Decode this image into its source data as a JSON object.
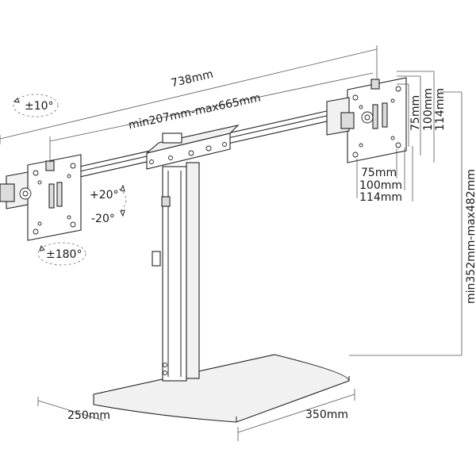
{
  "diagram": {
    "dims": {
      "total_width": "738mm",
      "arm_range": "min207mm-max665mm",
      "height_range": "min352mm-max482mm",
      "base_depth": "250mm",
      "base_width": "350mm"
    },
    "vesa": {
      "vertical": [
        "75mm",
        "100mm",
        "114mm"
      ],
      "horizontal": [
        "75mm",
        "100mm",
        "114mm"
      ]
    },
    "angles": {
      "swivel": "±10°",
      "tilt_up": "+20°",
      "tilt_down": "-20°",
      "rotate": "±180°"
    }
  }
}
